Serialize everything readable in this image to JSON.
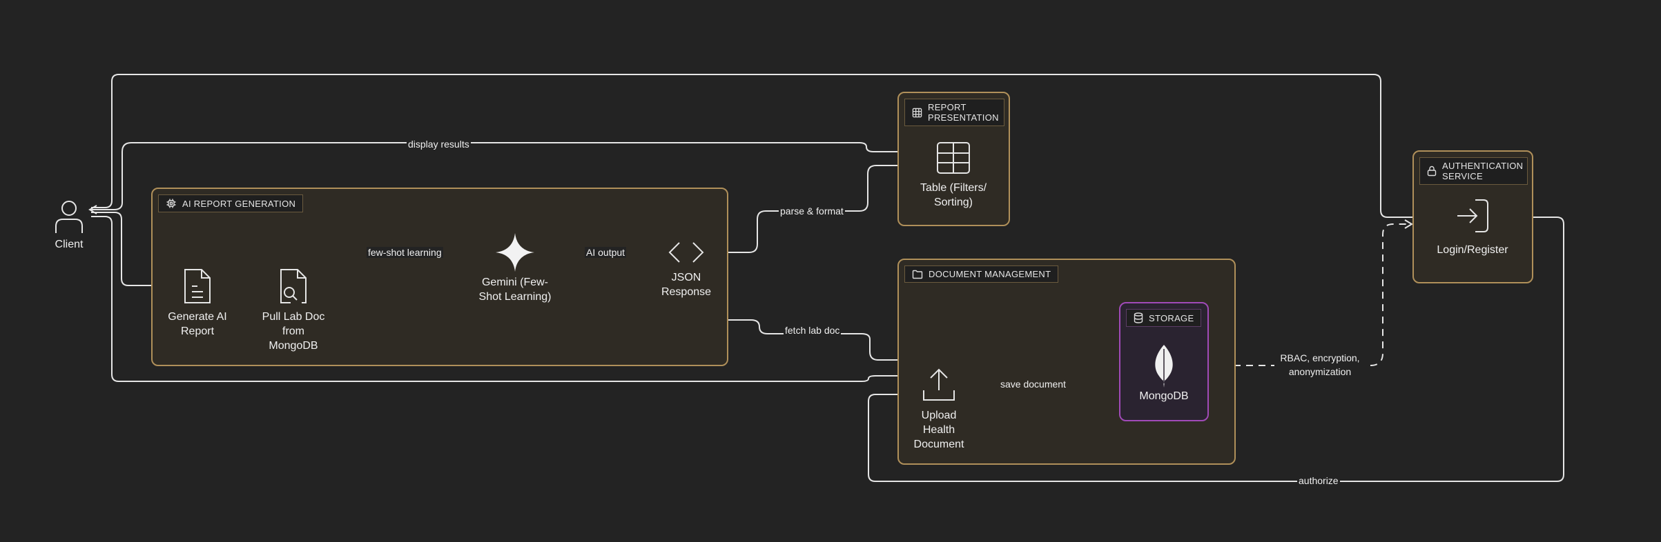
{
  "groups": {
    "ai_report": {
      "title": "AI REPORT GENERATION",
      "icon": "chip-icon"
    },
    "report_presentation": {
      "title_line1": "REPORT",
      "title_line2": "PRESENTATION",
      "icon": "table-icon"
    },
    "document_management": {
      "title": "DOCUMENT MANAGEMENT",
      "icon": "folder-icon"
    },
    "storage": {
      "title": "STORAGE",
      "icon": "database-icon"
    },
    "authentication": {
      "title_line1": "AUTHENTICATION",
      "title_line2": "SERVICE",
      "icon": "lock-icon"
    }
  },
  "nodes": {
    "client": {
      "label": "Client",
      "icon": "user-icon"
    },
    "generate_report": {
      "label": "Generate AI Report",
      "icon": "document-icon"
    },
    "pull_lab_doc": {
      "label": "Pull Lab Doc from MongoDB",
      "icon": "file-search-icon"
    },
    "gemini": {
      "label": "Gemini (Few-Shot Learning)",
      "icon": "sparkle-icon"
    },
    "json_response": {
      "label": "JSON Response",
      "icon": "code-icon"
    },
    "table": {
      "label": "Table (Filters/Sorting)",
      "icon": "table-icon"
    },
    "upload": {
      "label": "Upload Health Document",
      "icon": "upload-icon"
    },
    "mongodb": {
      "label": "MongoDB",
      "icon": "leaf-icon"
    },
    "login": {
      "label": "Login/Register",
      "icon": "login-icon"
    }
  },
  "edges": {
    "display_results": "display results",
    "few_shot": "few-shot learning",
    "ai_output": "AI output",
    "parse_format": "parse & format",
    "fetch_lab_doc": "fetch lab doc",
    "save_document": "save document",
    "rbac": "RBAC, encryption, anonymization",
    "authorize": "authorize"
  },
  "colors": {
    "background": "#232323",
    "group_border": "#b0905a",
    "storage_border": "#a04ab8",
    "line": "#e6e6e6"
  }
}
